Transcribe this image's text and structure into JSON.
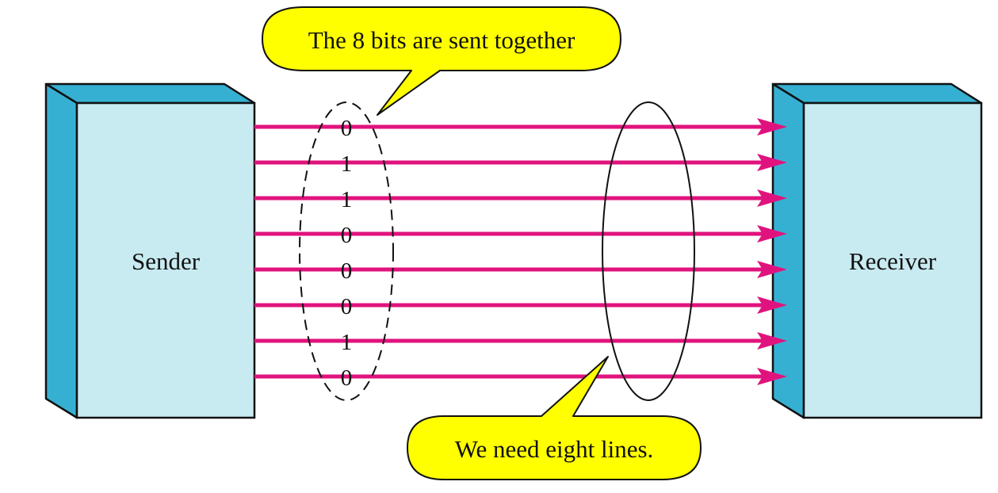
{
  "diagram": {
    "type": "parallel-transmission",
    "sender": {
      "label": "Sender"
    },
    "receiver": {
      "label": "Receiver"
    },
    "bits": [
      "0",
      "1",
      "1",
      "0",
      "0",
      "0",
      "1",
      "0"
    ],
    "callouts": {
      "top": "The 8 bits are sent together",
      "bottom": "We need eight lines."
    },
    "colors": {
      "box_front": "#c8eaf1",
      "box_side": "#36b0d2",
      "line": "#e0137e",
      "callout": "#ffff00"
    }
  }
}
